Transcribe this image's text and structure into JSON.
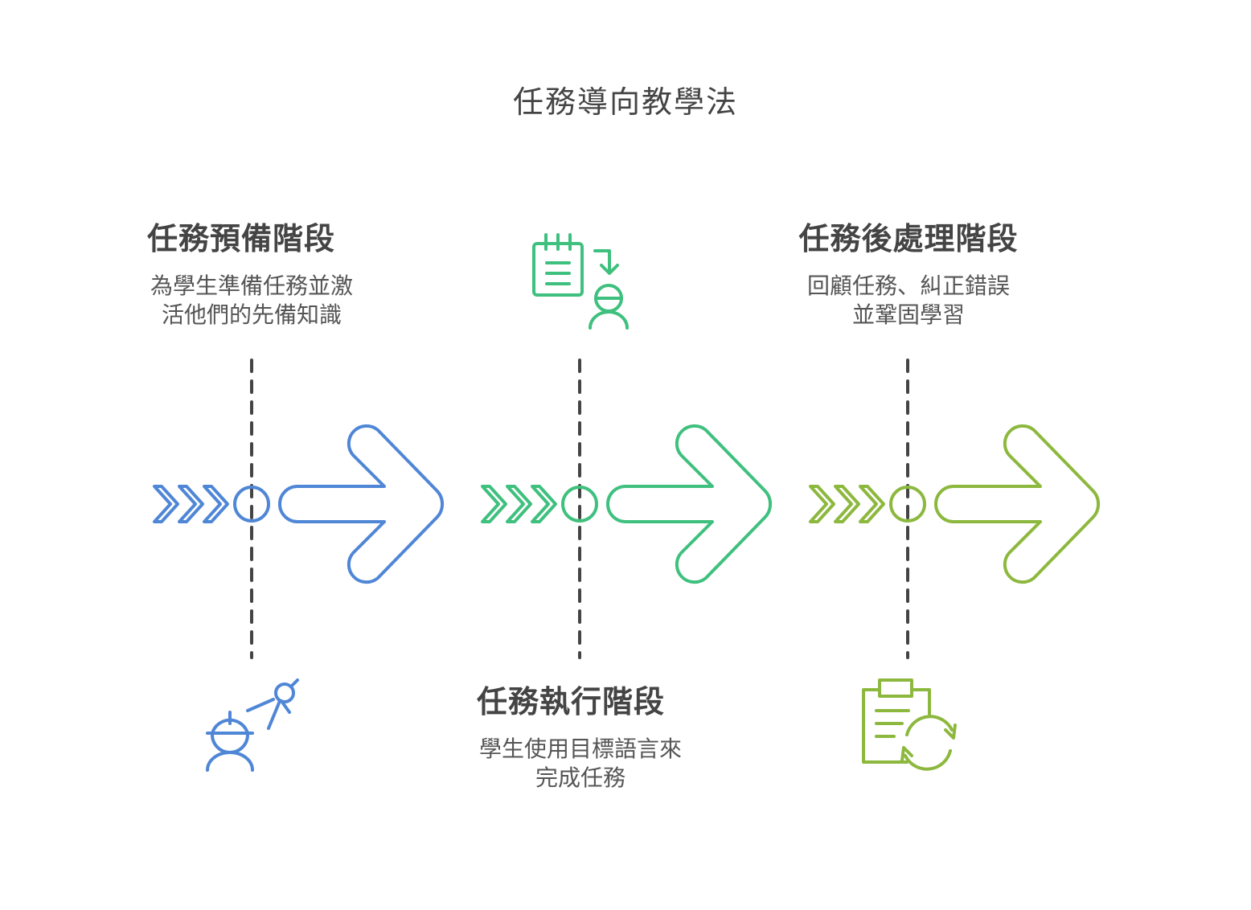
{
  "title": "任務導向教學法",
  "colors": {
    "prep": "#4F86D6",
    "exec": "#3FC07E",
    "post": "#8DB83E",
    "dash": "#444444",
    "text": "#444444"
  },
  "stages": [
    {
      "name": "任務預備階段",
      "desc_lines": [
        "為學生準備任務並激",
        "活他們的先備知識"
      ],
      "icon": "engineer-compass-icon"
    },
    {
      "name": "任務執行階段",
      "desc_lines": [
        "學生使用目標語言來",
        "完成任務"
      ],
      "icon": "notebook-user-icon"
    },
    {
      "name": "任務後處理階段",
      "desc_lines": [
        "回顧任務、糾正錯誤",
        "並鞏固學習"
      ],
      "icon": "clipboard-refresh-icon"
    }
  ]
}
